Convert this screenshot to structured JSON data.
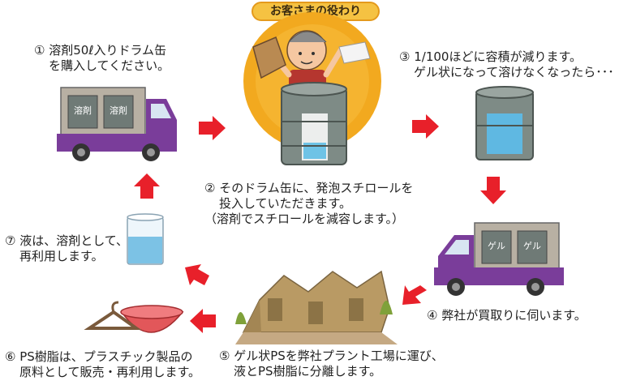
{
  "header": {
    "badge": "お客さまの役わり"
  },
  "steps": [
    {
      "lines": [
        "① 溶剤50ℓ入りドラム缶",
        "を購入してください。"
      ]
    },
    {
      "lines": [
        "② そのドラム缶に、発泡スチロールを",
        "投入していただきます。",
        "（溶剤でスチロールを減容します。）"
      ]
    },
    {
      "lines": [
        "③ 1/100ほどに容積が減ります。",
        "ゲル状になって溶けなくなったら･･･"
      ]
    },
    {
      "lines": [
        "④ 弊社が買取りに伺います。"
      ]
    },
    {
      "lines": [
        "⑤ ゲル状PSを弊社プラント工場に運び、",
        "液とPS樹脂に分離します。"
      ]
    },
    {
      "lines": [
        "⑥ PS樹脂は、プラスチック製品の",
        "原料として販売・再利用します。"
      ]
    },
    {
      "lines": [
        "⑦ 液は、溶剤として、",
        "再利用します。"
      ]
    }
  ],
  "truck1": {
    "drum_labels": [
      "溶剤",
      "溶剤"
    ]
  },
  "truck2": {
    "drum_labels": [
      "ゲル",
      "ゲル"
    ]
  },
  "colors": {
    "arrow": "#e8202a",
    "truck_body": "#7a3d9a",
    "sun": "#f2a91f",
    "drum": "#7e8b86"
  }
}
